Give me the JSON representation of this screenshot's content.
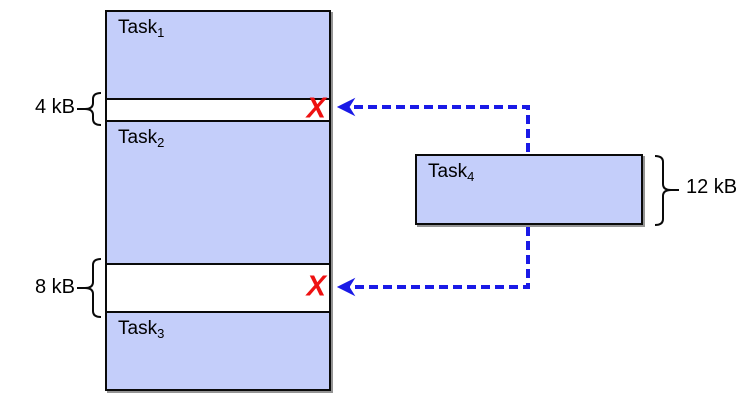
{
  "memory_column": {
    "blocks": [
      {
        "name": "Task",
        "subscript": "1"
      },
      {
        "name": "Task",
        "subscript": "2"
      },
      {
        "name": "Task",
        "subscript": "3"
      }
    ],
    "gaps": [
      {
        "size": "4 kB",
        "reject_mark": "X"
      },
      {
        "size": "8 kB",
        "reject_mark": "X"
      }
    ]
  },
  "incoming_task": {
    "name": "Task",
    "subscript": "4",
    "size": "12 kB"
  },
  "colors": {
    "block_fill": "#c4cefa",
    "outline": "#0a0a0a",
    "arrow_blue": "#1a1ae6",
    "reject_red": "#ee1111"
  }
}
